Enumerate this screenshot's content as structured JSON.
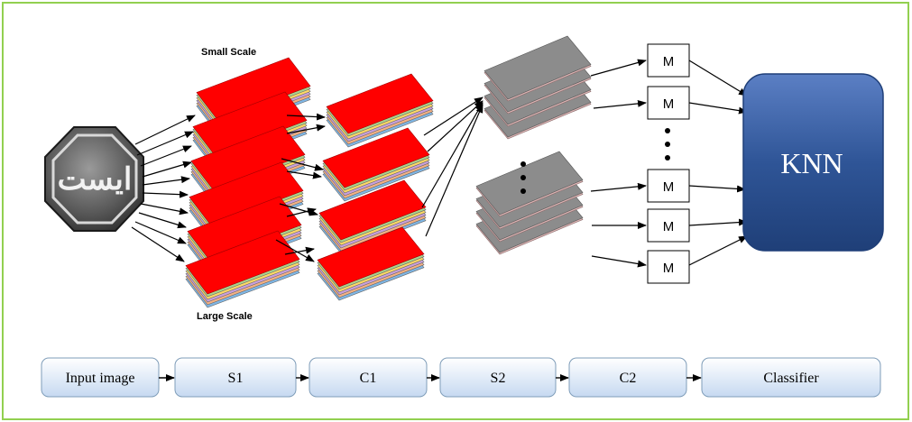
{
  "labels": {
    "small_scale": "Small Scale",
    "large_scale": "Large Scale",
    "sign_text": "ایست",
    "knn": "KNN",
    "m": "M"
  },
  "pipeline": [
    "Input image",
    "S1",
    "C1",
    "S2",
    "C2",
    "Classifier"
  ],
  "colors": {
    "border_green": "#92d050",
    "red_layer": "#ff0000",
    "gray_layer": "#8c8c8c",
    "knn_fill": "#2f5597",
    "box_fill": "#dce6f2",
    "box_stroke": "#7f9db9"
  }
}
